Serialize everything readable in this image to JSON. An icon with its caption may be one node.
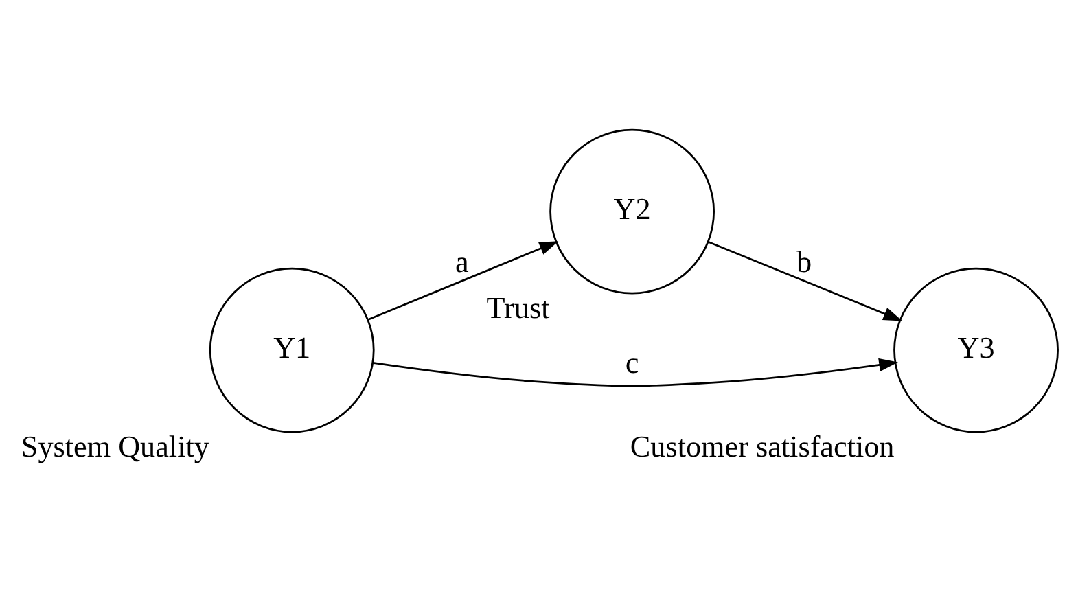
{
  "diagram": {
    "nodes": [
      {
        "text": [
          "Y1"
        ],
        "beside": [
          "System Quality"
        ]
      },
      {
        "text": [
          "Y2"
        ],
        "beside": [
          "Trust"
        ]
      },
      {
        "text": [
          "Y3"
        ],
        "beside": [
          "Customer satisfaction"
        ]
      }
    ],
    "edges": [
      {
        "from": 0,
        "to": 1,
        "arrow": "to",
        "label": "a"
      },
      {
        "from": 1,
        "to": 2,
        "arrow": "to",
        "label": "b"
      },
      {
        "from": 0,
        "to": 2,
        "arrow": "to",
        "label": "c"
      }
    ]
  }
}
